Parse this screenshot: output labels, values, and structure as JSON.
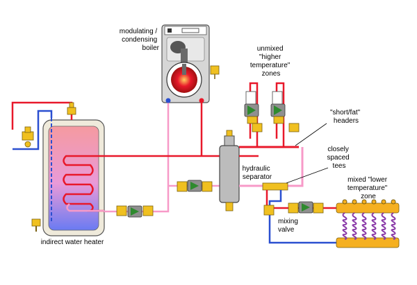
{
  "labels": {
    "boiler": [
      "modulating /",
      "condensing",
      "boiler"
    ],
    "unmixed": [
      "unmixed",
      "\"higher",
      "temperature\"",
      "zones"
    ],
    "headers": [
      "\"short/fat\"",
      "headers"
    ],
    "tees": [
      "closely",
      "spaced",
      "tees"
    ],
    "separator": [
      "hydraulic",
      "separator"
    ],
    "mixed": [
      "mixed \"lower",
      "temperature\"",
      "zone"
    ],
    "mixing_valve": [
      "mixing",
      "valve"
    ],
    "heater": "indirect water heater"
  },
  "colors": {
    "hot": "#e8182a",
    "return": "#f79ac8",
    "cold": "#2a4fd0",
    "tank_top": "#f59aa0",
    "tank_bottom": "#6a7bf2",
    "brass": "#f0c020",
    "pump_gray": "#8f8f8f",
    "boiler_body": "#d6d6d6",
    "separator_body": "#bcbcbc",
    "manifold": "#f5b020",
    "pump_green": "#2e8a2e"
  }
}
